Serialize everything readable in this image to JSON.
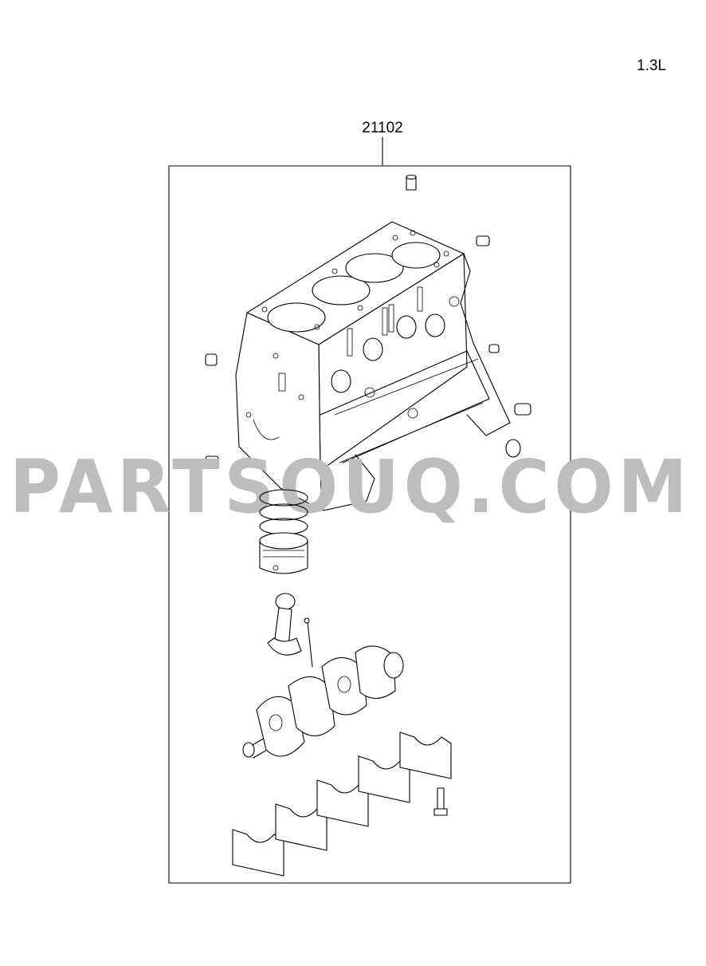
{
  "diagram": {
    "engine_label": "1.3L",
    "part_number": "21102",
    "watermark": "PARTSOUQ.COM"
  },
  "parts": [
    {
      "name": "cylinder-block"
    },
    {
      "name": "dowel-pin"
    },
    {
      "name": "piston"
    },
    {
      "name": "connecting-rod"
    },
    {
      "name": "crankshaft"
    },
    {
      "name": "main-bearing-cap"
    }
  ]
}
